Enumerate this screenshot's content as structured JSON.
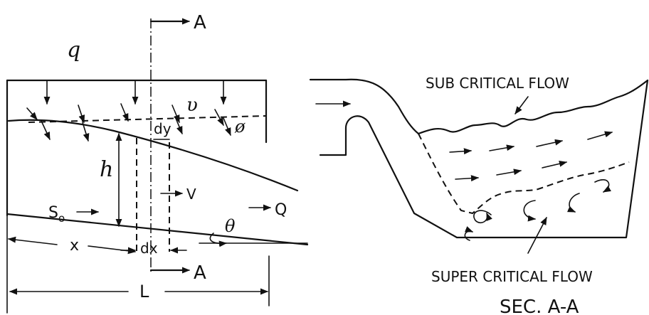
{
  "left_figure": {
    "section_marker_label": "A",
    "lateral_inflow_label": "q",
    "lateral_velocity_label": "υ",
    "inflow_angle_label": "ø",
    "depth_increment_label": "dy",
    "depth_label": "h",
    "flow_velocity_label": "V",
    "bed_slope_label": "S",
    "bed_slope_subscript": "o",
    "discharge_label": "Q",
    "slope_angle_label": "θ",
    "distance_label": "x",
    "length_increment_label": "dx",
    "channel_length_label": "L"
  },
  "right_figure": {
    "subcritical_label": "SUB  CRITICAL  FLOW",
    "supercritical_label": "SUPER  CRITICAL  FLOW",
    "section_caption": "SEC.  A-A"
  },
  "colors": {
    "ink": "#111111",
    "background": "#ffffff"
  }
}
